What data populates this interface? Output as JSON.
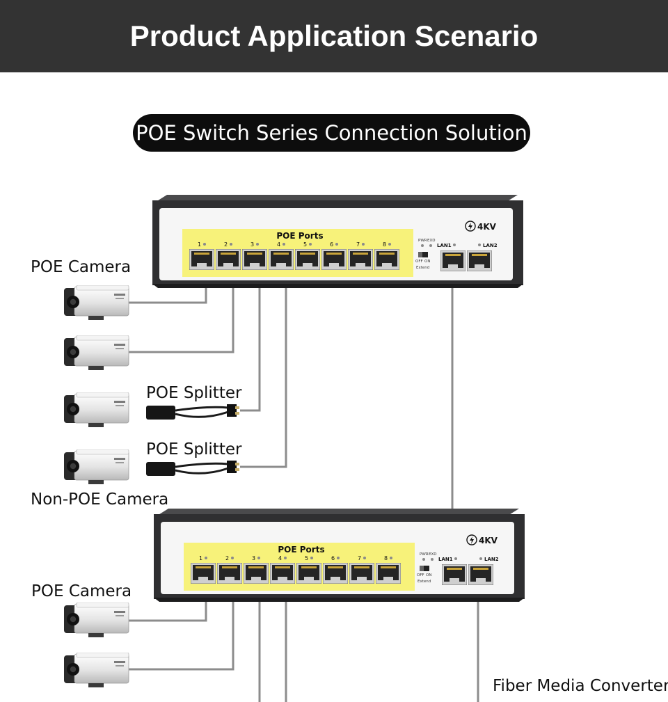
{
  "header": {
    "title": "Product Application Scenario"
  },
  "subtitle": "POE Switch Series Connection Solution",
  "switches": [
    {
      "poe_label": "POE Ports",
      "port_numbers": [
        "1",
        "2",
        "3",
        "4",
        "5",
        "6",
        "7",
        "8"
      ],
      "badge": "4KV",
      "pwr_label": "PWR",
      "exd_label": "EXD",
      "off_label": "OFF",
      "on_label": "ON",
      "extend_label": "Extend",
      "lan1_label": "LAN1",
      "lan2_label": "LAN2"
    },
    {
      "poe_label": "POE Ports",
      "port_numbers": [
        "1",
        "2",
        "3",
        "4",
        "5",
        "6",
        "7",
        "8"
      ],
      "badge": "4KV",
      "pwr_label": "PWR",
      "exd_label": "EXD",
      "off_label": "OFF",
      "on_label": "ON",
      "extend_label": "Extend",
      "lan1_label": "LAN1",
      "lan2_label": "LAN2"
    }
  ],
  "labels": {
    "poe_camera_top": "POE Camera",
    "poe_splitter_1": "POE Splitter",
    "poe_splitter_2": "POE Splitter",
    "non_poe_camera": "Non-POE Camera",
    "poe_camera_bottom": "POE Camera",
    "fiber_media_converter": "Fiber Media Converter"
  },
  "colors": {
    "header_bg": "#333333",
    "pill_bg": "#0d0d0d",
    "port_panel": "#f7f27a",
    "switch_body": "#2f2f31",
    "cable": "#8c8c8c"
  }
}
